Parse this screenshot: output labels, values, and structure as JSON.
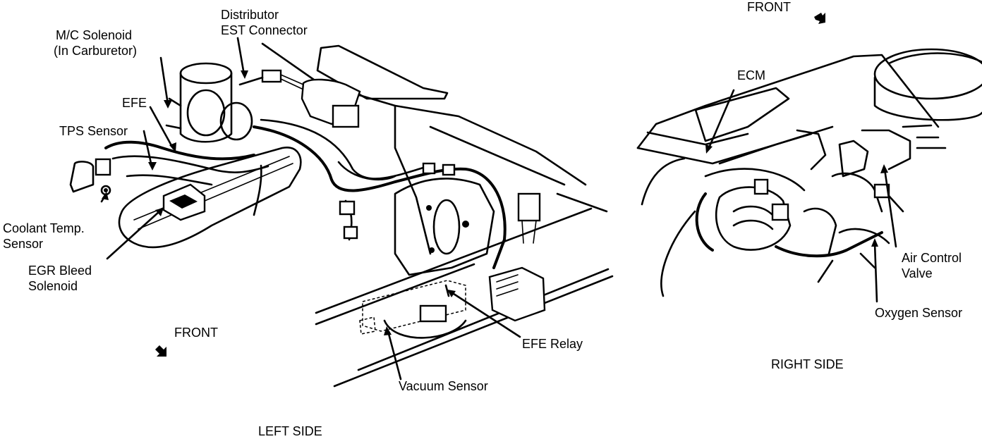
{
  "left_view": {
    "caption": "LEFT SIDE",
    "front": "FRONT",
    "labels": {
      "distributor": [
        "Distributor",
        "EST Connector"
      ],
      "mc_solenoid": [
        "M/C Solenoid",
        "(In Carburetor)"
      ],
      "efe": "EFE",
      "tps": "TPS Sensor",
      "coolant": [
        "Coolant Temp.",
        "Sensor"
      ],
      "egr": [
        "EGR Bleed",
        "Solenoid"
      ],
      "efe_relay": "EFE Relay",
      "vacuum": "Vacuum Sensor"
    }
  },
  "right_view": {
    "caption": "RIGHT SIDE",
    "front": "FRONT",
    "labels": {
      "ecm": "ECM",
      "air_control": [
        "Air Control",
        "Valve"
      ],
      "oxygen": "Oxygen Sensor"
    }
  }
}
